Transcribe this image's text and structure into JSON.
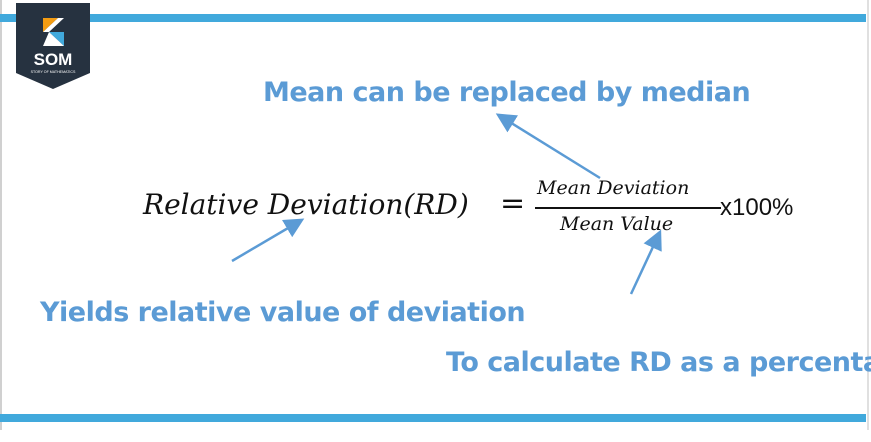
{
  "logo": {
    "text": "SOM",
    "subtitle": "STORY OF MATHEMATICS"
  },
  "equation": {
    "lhs": "Relative Deviation(RD)",
    "equals": "=",
    "numerator": "Mean Deviation",
    "denominator": "Mean Value",
    "multiplier": "x100%"
  },
  "annotations": {
    "top": "Mean can be replaced by median",
    "left": "Yields relative value of deviation",
    "right": "To calculate RD as a percentage"
  },
  "colors": {
    "accent": "#41a9dc",
    "label": "#5b9bd5",
    "logo_bg": "#263240"
  }
}
